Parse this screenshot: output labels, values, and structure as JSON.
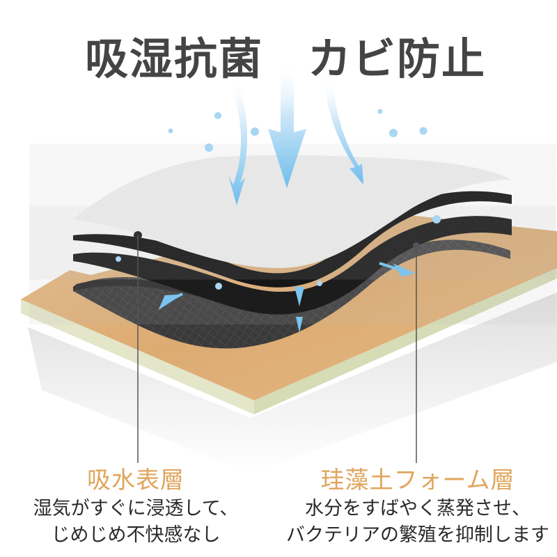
{
  "headline": {
    "left": "吸湿抗菌",
    "right": "カビ防止"
  },
  "illustration": {
    "layers": [
      {
        "name": "absorbent-surface-layer",
        "color": "#ececec"
      },
      {
        "name": "black-middle-layer-1",
        "color": "#1c1c1c"
      },
      {
        "name": "black-middle-layer-2",
        "color": "#202020"
      },
      {
        "name": "diatomite-foam-layer",
        "color": "#3c3c3c"
      },
      {
        "name": "wooden-floor",
        "color": "#e2b47e"
      }
    ],
    "arrow_color": "#7cc4ef",
    "droplet_color": "#9fd3f3"
  },
  "captions": {
    "left": {
      "title": "吸水表層",
      "line1": "湿気がすぐに浸透して、",
      "line2": "じめじめ不快感なし"
    },
    "right": {
      "title": "珪藻土フォーム層",
      "line1": "水分をすばやく蒸発させ、",
      "line2": "バクテリアの繁殖を抑制します"
    }
  }
}
